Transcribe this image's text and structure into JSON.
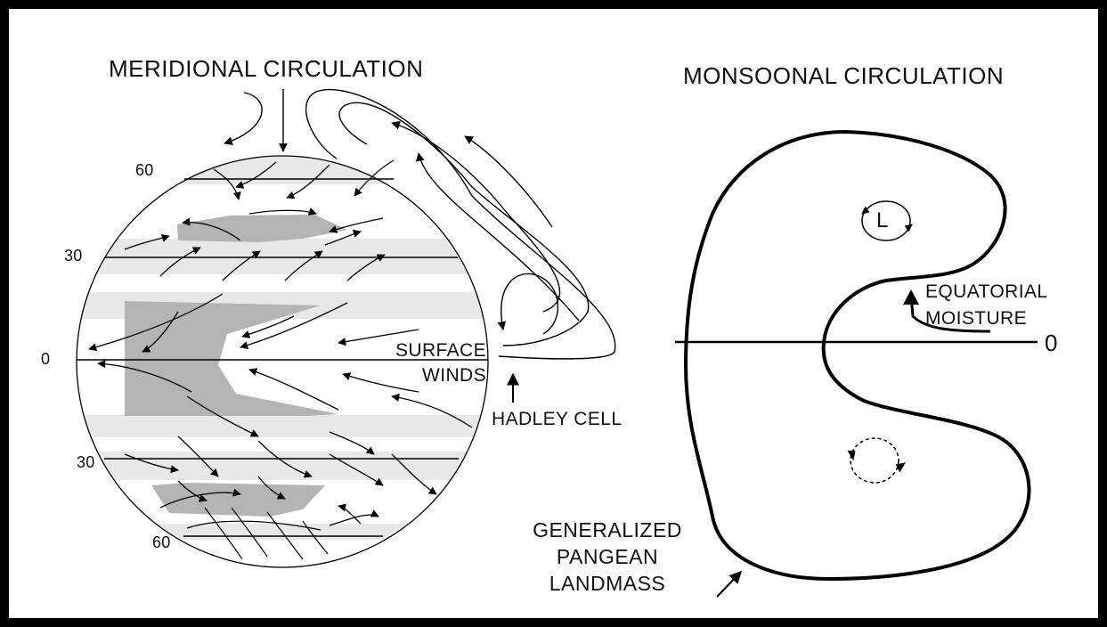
{
  "meridional": {
    "title": "MERIDIONAL CIRCULATION",
    "latitude_labels": [
      "60",
      "30",
      "0",
      "30",
      "60"
    ],
    "surface_winds": "SURFACE\nWINDS",
    "hadley_cell": "HADLEY CELL"
  },
  "monsoonal": {
    "title": "MONSOONAL CIRCULATION",
    "low_label": "L",
    "equatorial_moisture": "EQUATORIAL\nMOISTURE",
    "equator_label": "0",
    "landmass_label": "GENERALIZED\nPANGEAN\nLANDMASS"
  },
  "colors": {
    "band_light": "#e8e8e8",
    "band_dark": "#b4b4b4",
    "line": "#000000"
  }
}
